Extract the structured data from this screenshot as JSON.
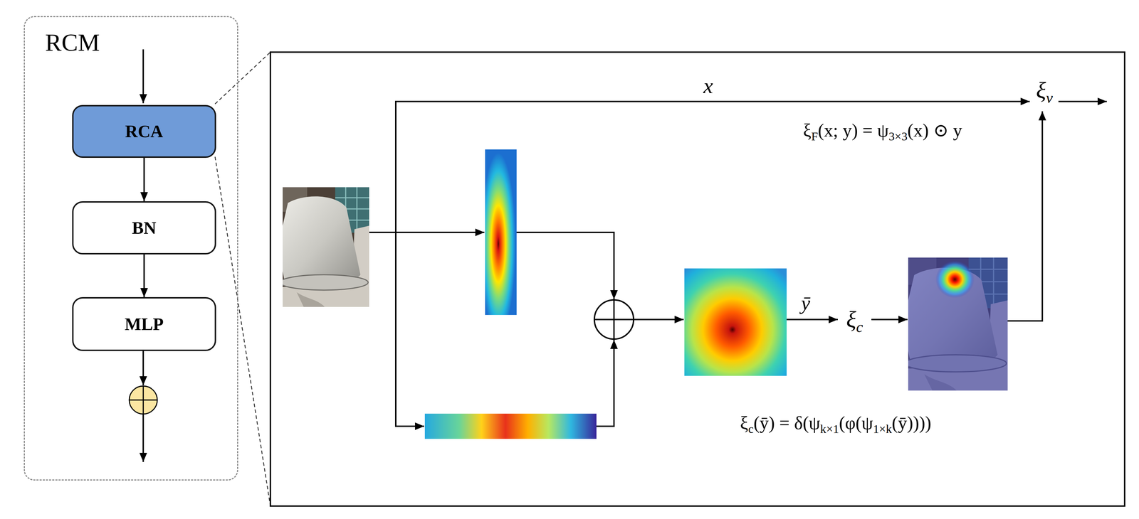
{
  "diagram": {
    "nodes": [
      {
        "text": [
          "RCM"
        ]
      },
      {
        "text": [
          "RCA"
        ],
        "in": 0
      },
      {
        "text": [
          "BN"
        ],
        "in": 0
      },
      {
        "text": [
          "MLP"
        ],
        "in": 0
      }
    ],
    "edges": [
      {
        "from": 1,
        "to": 2,
        "arrow": "to"
      },
      {
        "from": 2,
        "to": 3,
        "arrow": "to"
      }
    ],
    "labels": [
      "x",
      "ξv",
      "ξF(x; y) = ψ3×3(x) ⊙ y",
      "ȳ",
      "ξc",
      "ξc(ȳ) = δ(ψk×1(φ(ψ1×k(ȳ))))"
    ]
  }
}
